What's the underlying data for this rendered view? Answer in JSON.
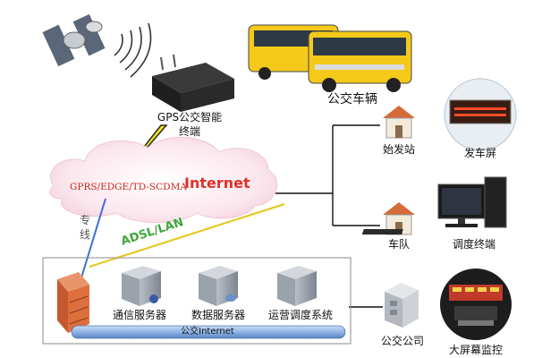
{
  "gps_terminal": {
    "line1": "GPS公交智能",
    "line2": "终端"
  },
  "bus_label": "公交车辆",
  "network": {
    "protocols": "GPRS/EDGE/TD-SCDMA",
    "internet": "Internet"
  },
  "links": {
    "dedicated_line": "专线",
    "adsl_lan": "ADSL/LAN"
  },
  "servers": [
    "通信服务器",
    "数据服务器",
    "运营调度系统"
  ],
  "bus_label_internet": "公交Internet",
  "branches": {
    "start_station": "始发站",
    "departure_screen": "发车屏",
    "fleet": "车队",
    "dispatch_terminal": "调度终端",
    "bus_company": "公交公司",
    "big_screen": "大屏幕监控"
  },
  "colors": {
    "internet_text": "#e0302a",
    "adsl_text": "#3ea63a",
    "line_yellow": "#e6c619",
    "line_blue": "#3a6fd8",
    "bus_yellow": "#f4c91a"
  }
}
